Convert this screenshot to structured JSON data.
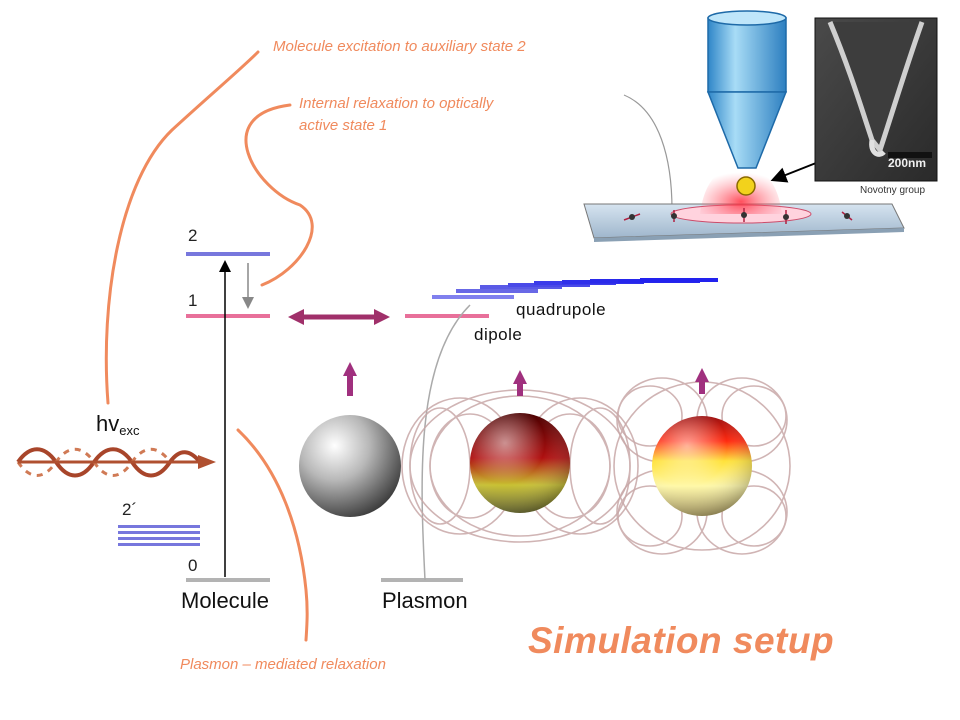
{
  "notes": {
    "excitation": "Molecule excitation to auxiliary state 2",
    "internal_line1": "Internal relaxation to optically",
    "internal_line2": "active state 1",
    "plasmon_relax": "Plasmon – mediated relaxation"
  },
  "levels": {
    "two": "2",
    "one": "1",
    "zero": "0",
    "two_prime": "2´"
  },
  "excitation_label": {
    "main": "hv",
    "sub": "exc"
  },
  "labels": {
    "molecule": "Molecule",
    "plasmon": "Plasmon",
    "quadrupole": "quadrupole",
    "dipole": "dipole"
  },
  "inset": {
    "scale_bar": "200nm",
    "credit": "Novotny group"
  },
  "title": "Simulation setup",
  "colors": {
    "accent": "#f08a5d",
    "level_blue": "#7777dd",
    "level_pink": "#e8709a",
    "ground_gray": "#b3b3b3",
    "arrow_purple": "#a0307e"
  },
  "icons": [
    "wave-icon",
    "arrow-icon",
    "sphere-icon",
    "field-lines-icon",
    "tip-icon",
    "sem-image-icon"
  ]
}
